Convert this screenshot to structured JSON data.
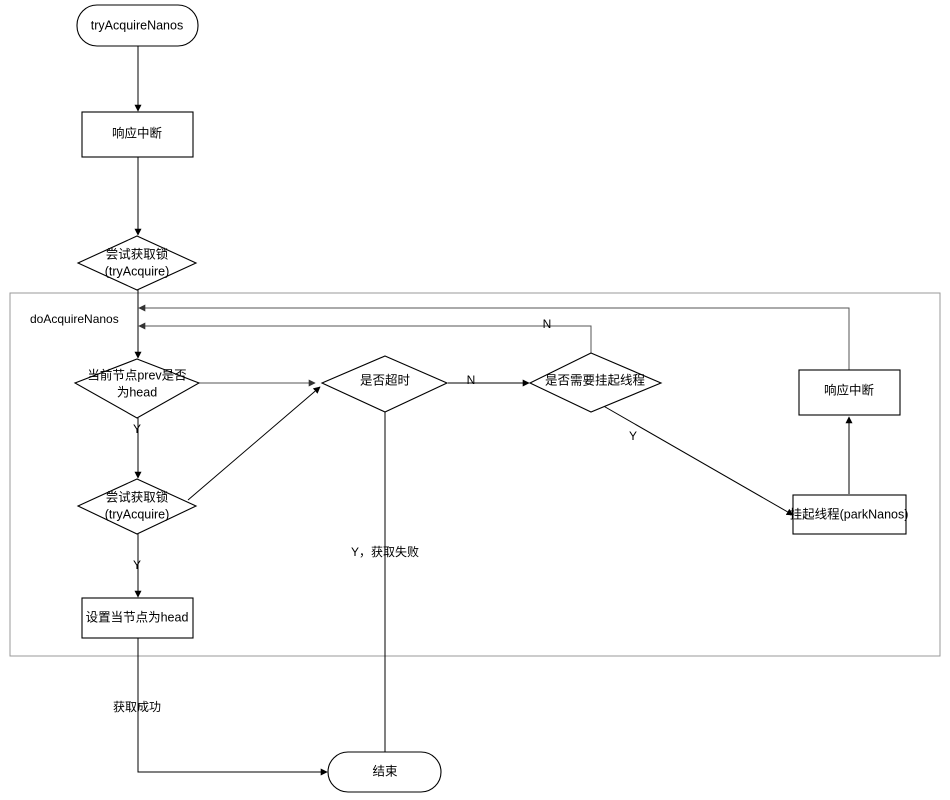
{
  "diagram": {
    "title": "doAcquireNanos flowchart",
    "group": {
      "label": "doAcquireNanos"
    },
    "nodes": {
      "start": {
        "label": "tryAcquireNanos",
        "shape": "rounded-terminator"
      },
      "interrupt_top": {
        "label": "响应中断",
        "shape": "process"
      },
      "try_acquire_top": {
        "label_line1": "尝试获取锁",
        "label_line2": "(tryAcquire)",
        "shape": "decision"
      },
      "prev_is_head": {
        "label_line1": "当前节点prev是否",
        "label_line2": "为head",
        "shape": "decision"
      },
      "try_acquire_inner": {
        "label_line1": "尝试获取锁",
        "label_line2": "(tryAcquire)",
        "shape": "decision"
      },
      "set_head": {
        "label": "设置当节点为head",
        "shape": "process"
      },
      "is_timeout": {
        "label": "是否超时",
        "shape": "decision"
      },
      "need_park": {
        "label": "是否需要挂起线程",
        "shape": "decision"
      },
      "interrupt_right": {
        "label": "响应中断",
        "shape": "process"
      },
      "park": {
        "label": "挂起线程(parkNanos)",
        "shape": "process"
      },
      "end": {
        "label": "结束",
        "shape": "rounded-terminator"
      }
    },
    "edge_labels": {
      "prev_head_yes": "Y",
      "try_acquire_inner_yes": "Y",
      "timeout_no": "N",
      "need_park_yes": "Y",
      "need_park_no": "N",
      "timeout_yes_fail": "Y，获取失败",
      "acquire_success": "获取成功"
    },
    "colors": {
      "stroke": "#000000",
      "group_stroke": "#999999",
      "fill": "#ffffff",
      "text": "#000000"
    }
  }
}
